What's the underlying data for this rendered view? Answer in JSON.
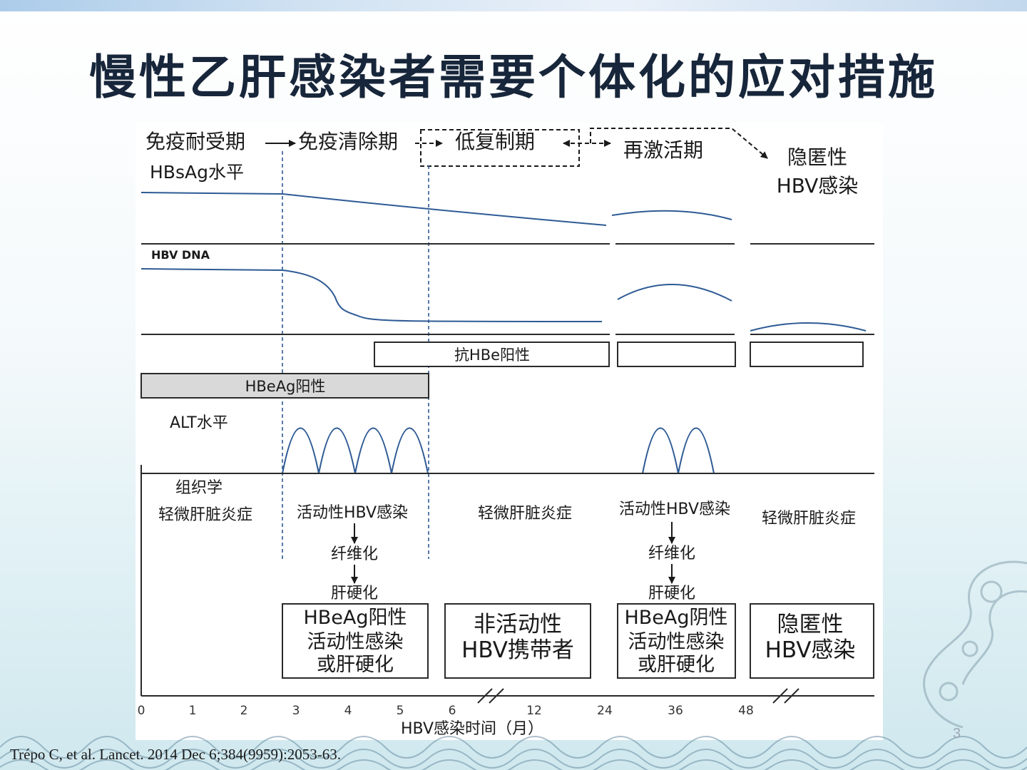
{
  "slide": {
    "title": "慢性乙肝感染者需要个体化的应对措施",
    "citation": "Trépo C, et al. Lancet. 2014 Dec 6;384(9959):2053-63.",
    "page_number": "3"
  },
  "phases": {
    "immune_tolerant": "免疫耐受期",
    "immune_clearance": "免疫清除期",
    "low_replication": "低复制期",
    "reactivation": "再激活期",
    "occult_line1": "隐匿性",
    "occult_line2": "HBV感染"
  },
  "rows": {
    "hbsag": "HBsAg水平",
    "hbv_dna": "HBV DNA",
    "anti_hbe": "抗HBe阳性",
    "hbeag": "HBeAg阳性",
    "alt": "ALT水平",
    "histology": "组织学"
  },
  "histology": {
    "col1": "轻微肝脏炎症",
    "col2_active": "活动性HBV感染",
    "col2_fibrosis": "纤维化",
    "col2_cirrhosis": "肝硬化",
    "col3": "轻微肝脏炎症",
    "col4_active": "活动性HBV感染",
    "col4_fibrosis": "纤维化",
    "col4_cirrhosis": "肝硬化",
    "col5": "轻微肝脏炎症"
  },
  "outcomes": {
    "box1": [
      "HBeAg阳性",
      "活动性感染",
      "或肝硬化"
    ],
    "box2": [
      "非活动性",
      "HBV携带者"
    ],
    "box3": [
      "HBeAg阴性",
      "活动性感染",
      "或肝硬化"
    ],
    "box4": [
      "隐匿性",
      "HBV感染"
    ]
  },
  "axis": {
    "ticks": [
      "0",
      "1",
      "2",
      "3",
      "4",
      "5",
      "6",
      "12",
      "24",
      "36",
      "48"
    ],
    "label": "HBV感染时间（月）"
  },
  "colors": {
    "curve": "#2e5a95",
    "line": "#2a2a2a",
    "hbeag_fill": "#d9d9d9",
    "title": "#17263a"
  }
}
